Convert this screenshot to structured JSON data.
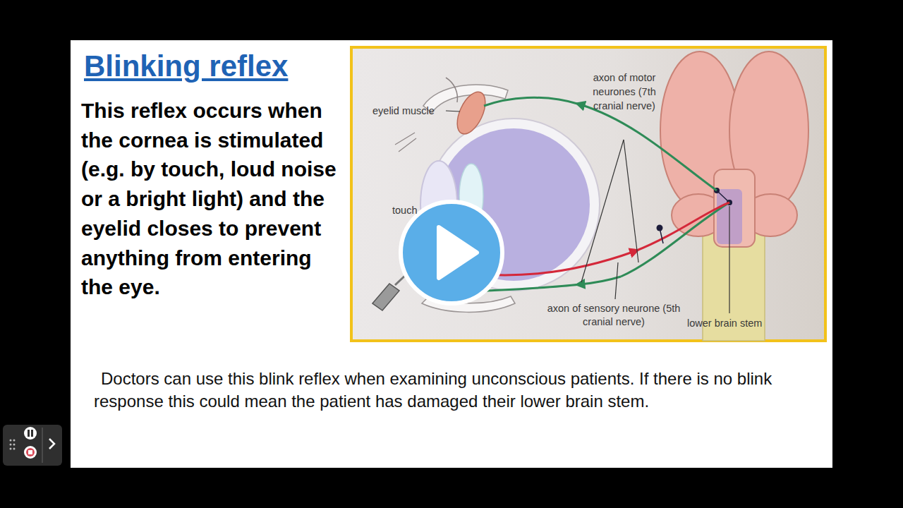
{
  "diagram": {
    "title": "Blinking reflex",
    "labels": [
      "This reflex occurs when the cornea is stimulated (e.g. by touch, loud noise or a bright light) and the eyelid closes to prevent anything from entering the eye.",
      "eyelid muscle",
      "axon of motor neurones (7th cranial nerve)",
      "touch",
      "axon of sensory neurone (5th cranial nerve)",
      "lower brain stem",
      "Doctors can use this blink reflex when examining unconscious patients. If there is no blink response this could mean the patient has damaged their lower brain stem."
    ]
  }
}
